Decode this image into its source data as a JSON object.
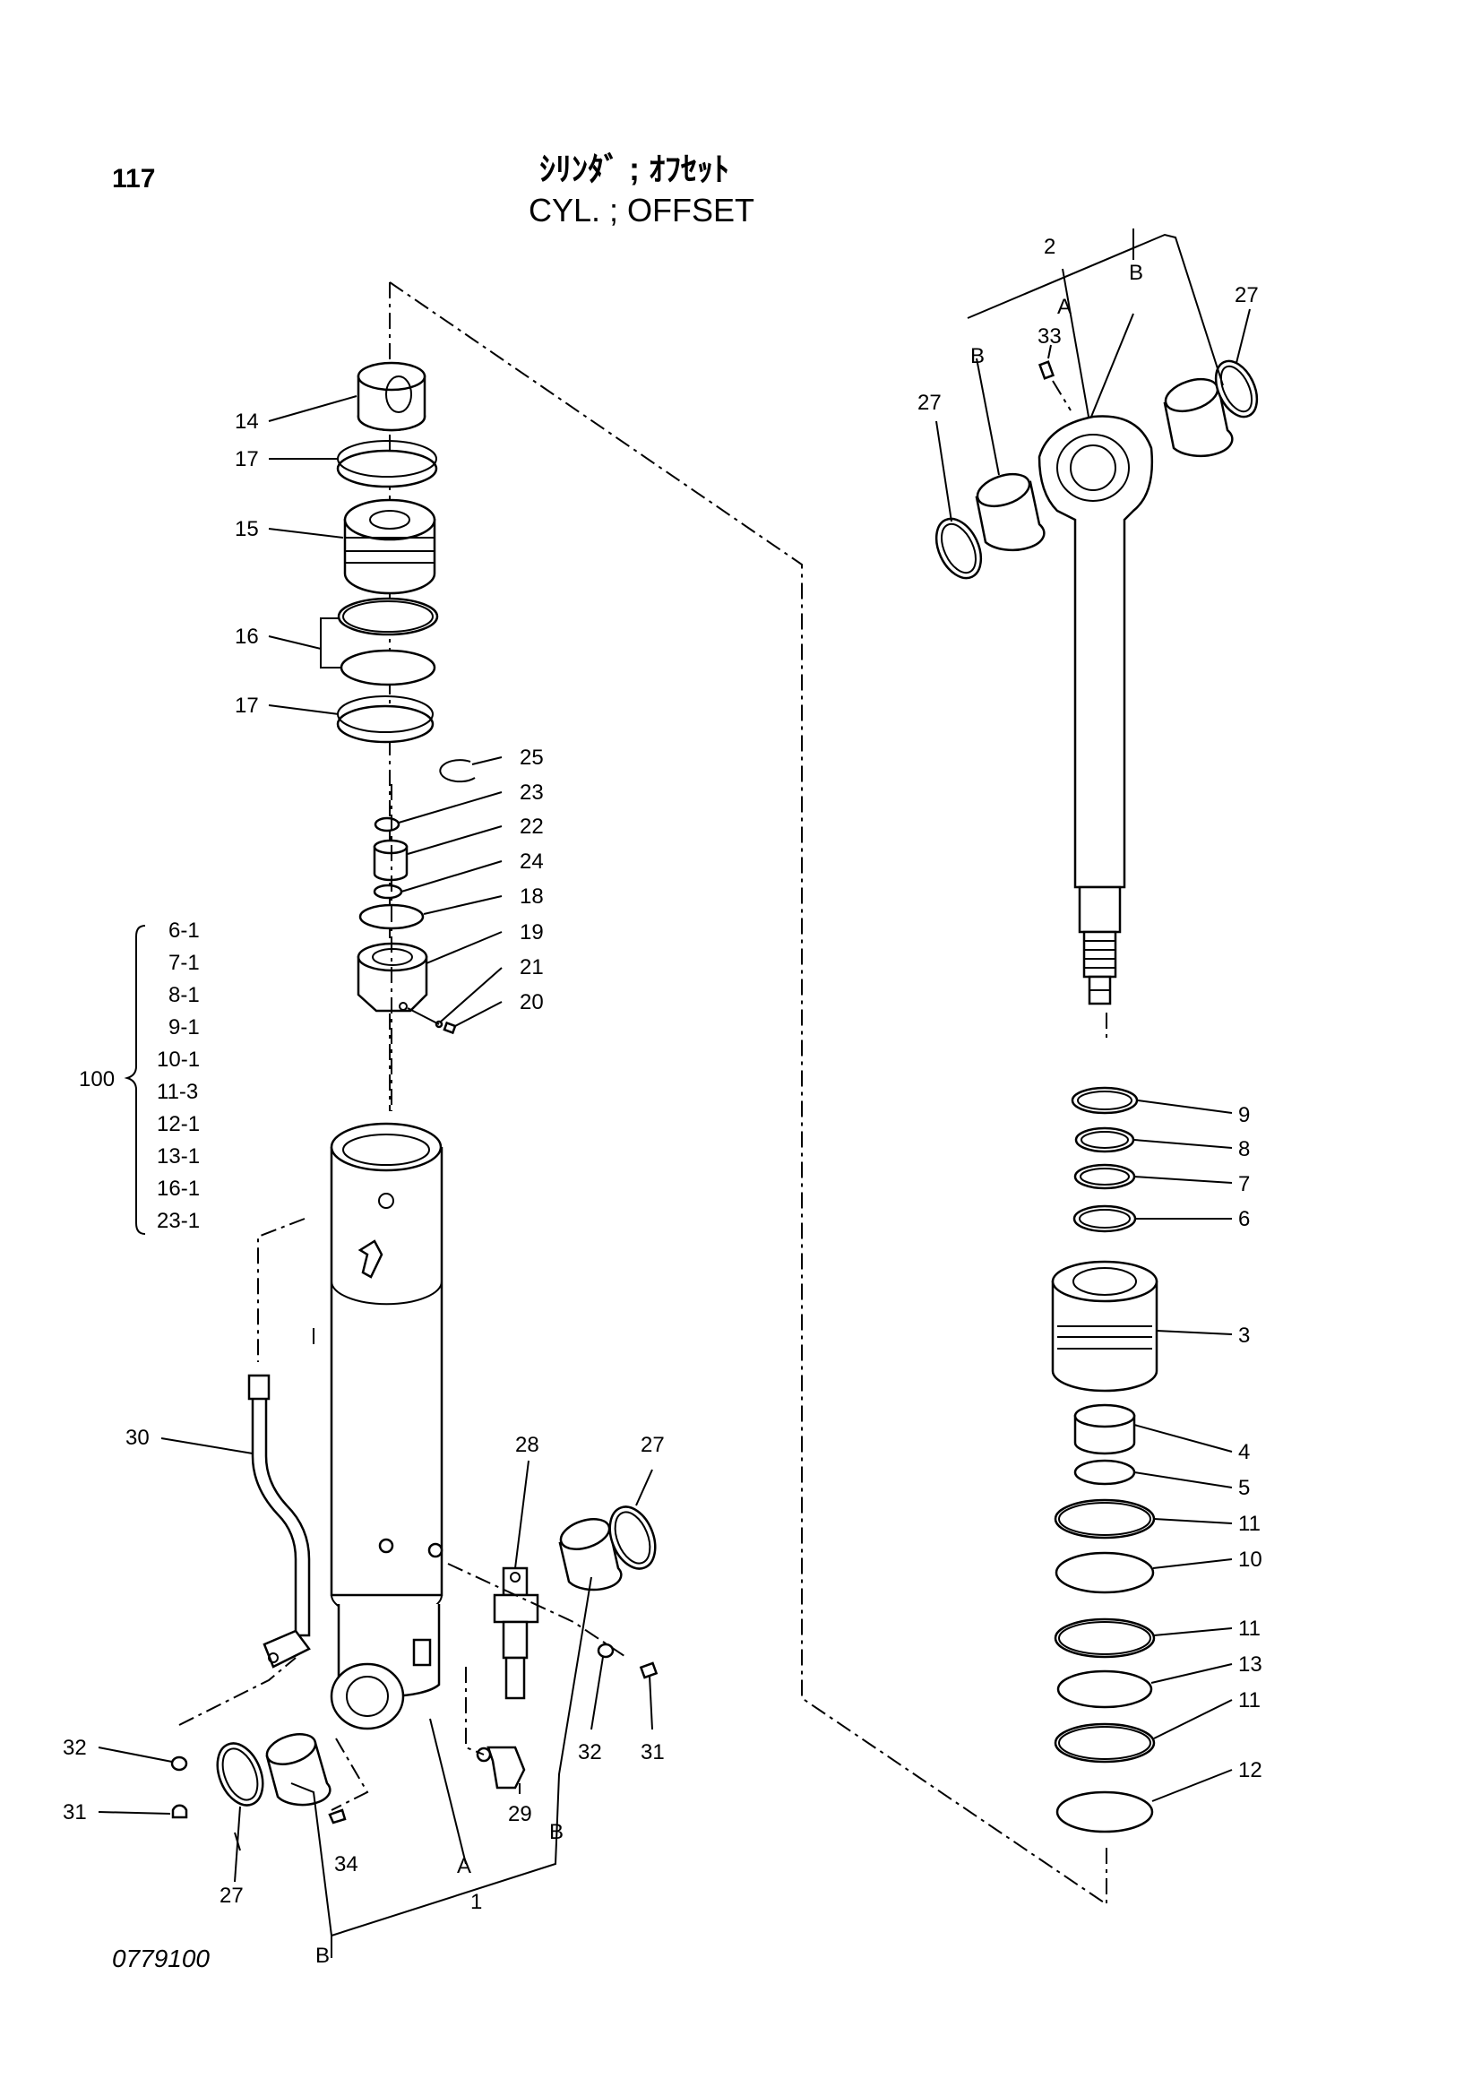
{
  "header": {
    "page_number": "117",
    "title_jp": "ｼﾘﾝﾀﾞ ; ｵﾌｾｯﾄ",
    "title_en": "CYL. ; OFFSET"
  },
  "footer": {
    "drawing_number": "0779100"
  },
  "callouts": {
    "p14": "14",
    "p17a": "17",
    "p15": "15",
    "p16": "16",
    "p17b": "17",
    "p25": "25",
    "p23": "23",
    "p22": "22",
    "p24": "24",
    "p18": "18",
    "p19": "19",
    "p21": "21",
    "p20": "20",
    "p30": "30",
    "p28": "28",
    "p27c": "27",
    "p32a": "32",
    "p31a": "31",
    "p32b": "32",
    "p31b": "31",
    "p29": "29",
    "p34": "34",
    "p27d": "27",
    "pA1": "A",
    "pB1": "B",
    "pB2": "B",
    "p1": "1",
    "p2": "2",
    "pA2": "A",
    "pB3": "B",
    "pB4": "B",
    "p27a": "27",
    "p27b": "27",
    "p33": "33",
    "p9": "9",
    "p8": "8",
    "p7": "7",
    "p6": "6",
    "p3": "3",
    "p4": "4",
    "p5": "5",
    "p11a": "11",
    "p10": "10",
    "p11b": "11",
    "p13": "13",
    "p11c": "11",
    "p12": "12"
  },
  "kit": {
    "number": "100",
    "items": [
      "6-1",
      "7-1",
      "8-1",
      "9-1",
      "10-1",
      "11-3",
      "12-1",
      "13-1",
      "16-1",
      "23-1"
    ]
  }
}
